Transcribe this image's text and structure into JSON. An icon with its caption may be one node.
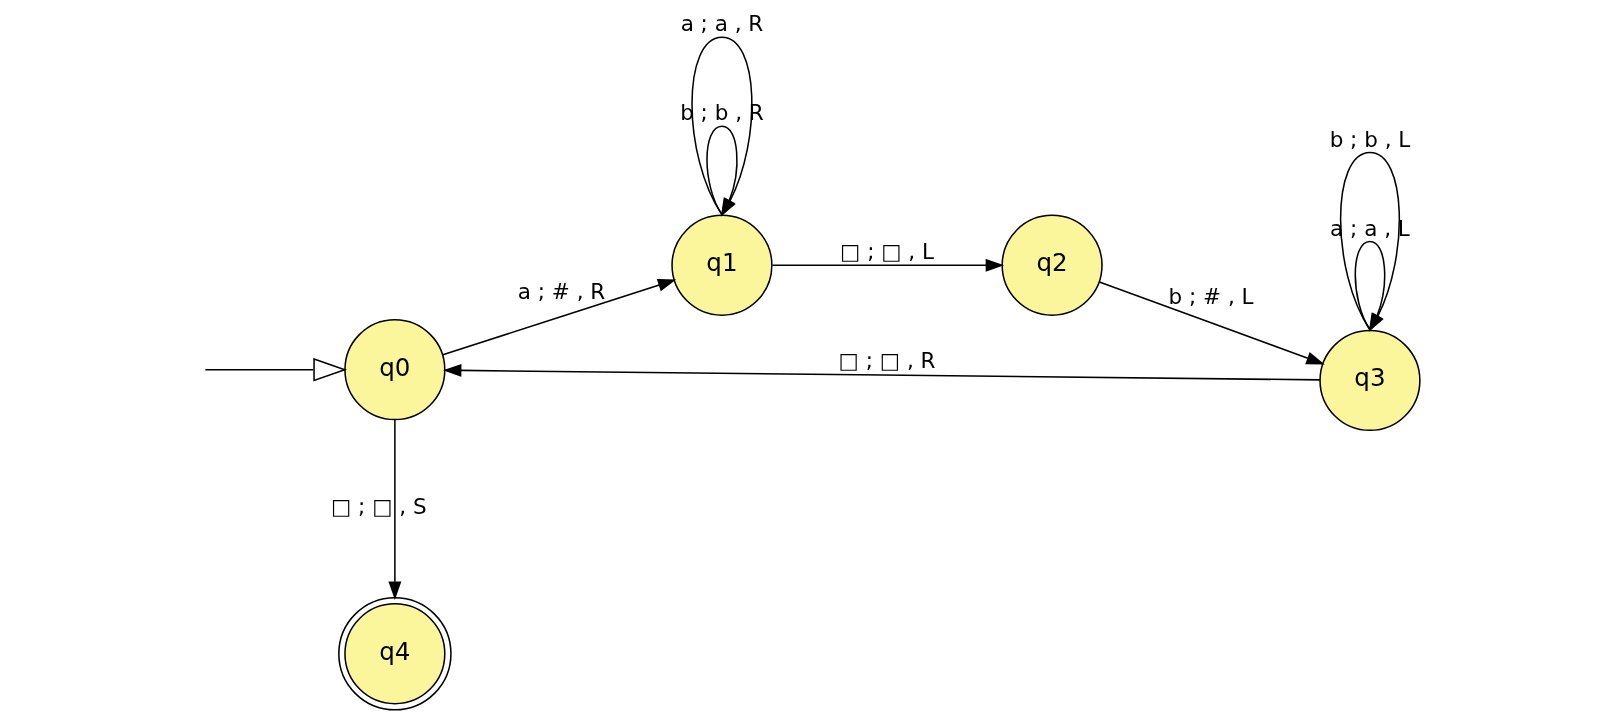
{
  "diagram": {
    "nodes": [
      {
        "text": [
          "q0"
        ]
      },
      {
        "text": [
          "q1"
        ]
      },
      {
        "text": [
          "q2"
        ]
      },
      {
        "text": [
          "q3"
        ]
      },
      {
        "text": [
          "q4"
        ]
      }
    ],
    "edges": [
      {
        "from": null,
        "to": 0,
        "arrow": "to"
      },
      {
        "from": 0,
        "to": 1,
        "arrow": "to",
        "label": "a ; # , R"
      },
      {
        "from": 1,
        "to": 1,
        "arrow": "to",
        "label": "b ; b , R"
      },
      {
        "from": 1,
        "to": 1,
        "arrow": "to",
        "label": "a ; a , R"
      },
      {
        "from": 1,
        "to": 2,
        "arrow": "to",
        "label": "□ ; □ , L"
      },
      {
        "from": 2,
        "to": 3,
        "arrow": "to",
        "label": "b ; # , L"
      },
      {
        "from": 3,
        "to": 3,
        "arrow": "to",
        "label": "a ; a , L"
      },
      {
        "from": 3,
        "to": 3,
        "arrow": "to",
        "label": "b ; b , L"
      },
      {
        "from": 3,
        "to": 0,
        "arrow": "to",
        "label": "□ ; □ , R"
      },
      {
        "from": 0,
        "to": 4,
        "arrow": "to",
        "label": "□ ; □ , S"
      }
    ]
  }
}
